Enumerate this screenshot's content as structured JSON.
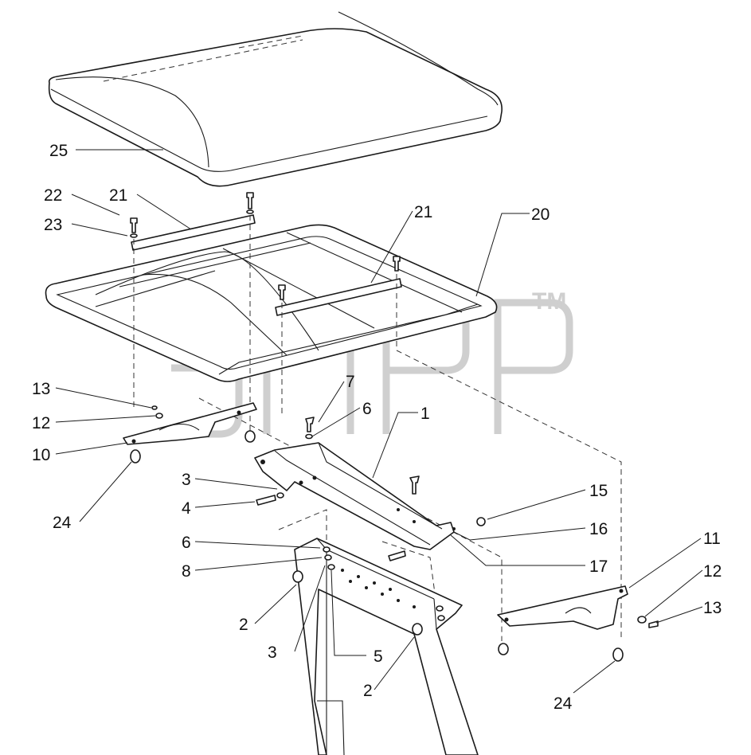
{
  "watermark": {
    "mark": "TM"
  },
  "callouts": [
    {
      "id": "c25",
      "label": "25"
    },
    {
      "id": "c22",
      "label": "22"
    },
    {
      "id": "c21a",
      "label": "21"
    },
    {
      "id": "c23",
      "label": "23"
    },
    {
      "id": "c21b",
      "label": "21"
    },
    {
      "id": "c20",
      "label": "20"
    },
    {
      "id": "c13a",
      "label": "13"
    },
    {
      "id": "c7",
      "label": "7"
    },
    {
      "id": "c6a",
      "label": "6"
    },
    {
      "id": "c12a",
      "label": "12"
    },
    {
      "id": "c1",
      "label": "1"
    },
    {
      "id": "c10",
      "label": "10"
    },
    {
      "id": "c24a",
      "label": "24"
    },
    {
      "id": "c3a",
      "label": "3"
    },
    {
      "id": "c4",
      "label": "4"
    },
    {
      "id": "c15",
      "label": "15"
    },
    {
      "id": "c16",
      "label": "16"
    },
    {
      "id": "c11",
      "label": "11"
    },
    {
      "id": "c6b",
      "label": "6"
    },
    {
      "id": "c17",
      "label": "17"
    },
    {
      "id": "c8",
      "label": "8"
    },
    {
      "id": "c12b",
      "label": "12"
    },
    {
      "id": "c13b",
      "label": "13"
    },
    {
      "id": "c2a",
      "label": "2"
    },
    {
      "id": "c3b",
      "label": "3"
    },
    {
      "id": "c5",
      "label": "5"
    },
    {
      "id": "c2b",
      "label": "2"
    },
    {
      "id": "c24b",
      "label": "24"
    }
  ]
}
